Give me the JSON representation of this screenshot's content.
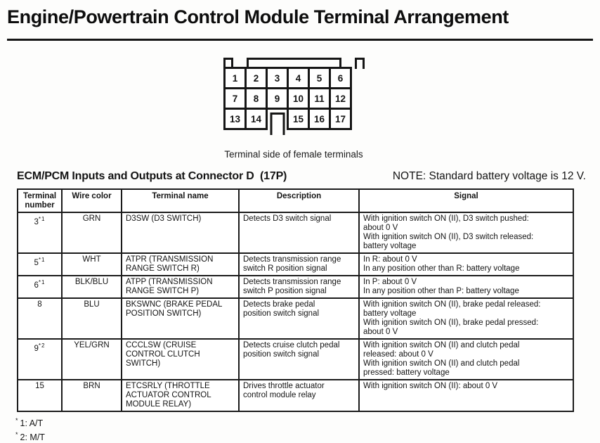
{
  "page": {
    "title": "Engine/Powertrain Control Module Terminal Arrangement"
  },
  "connector": {
    "caption": "Terminal side of female terminals",
    "rows": [
      [
        "1",
        "2",
        "3",
        "4",
        "5",
        "6"
      ],
      [
        "7",
        "8",
        "9",
        "10",
        "11",
        "12"
      ],
      [
        "13",
        "14",
        null,
        "15",
        "16",
        "17"
      ]
    ]
  },
  "section": {
    "heading": "ECM/PCM Inputs and Outputs at Connector D  (17P)",
    "note": "NOTE: Standard battery voltage is 12 V."
  },
  "table": {
    "headers": [
      "Terminal number",
      "Wire color",
      "Terminal name",
      "Description",
      "Signal"
    ],
    "rows": [
      {
        "terminal": "3",
        "terminal_note": "*1",
        "wire_color": "GRN",
        "name": [
          "D3SW (D3 SWITCH)"
        ],
        "description": [
          "Detects D3 switch signal"
        ],
        "signal": [
          "With ignition switch ON (II), D3 switch pushed:",
          "about 0 V",
          "With ignition switch ON (II), D3 switch released:",
          "battery voltage"
        ]
      },
      {
        "terminal": "5",
        "terminal_note": "*1",
        "wire_color": "WHT",
        "name": [
          "ATPR (TRANSMISSION",
          "RANGE SWITCH R)"
        ],
        "description": [
          "Detects transmission range",
          "switch R position signal"
        ],
        "signal": [
          "In R: about 0 V",
          "In any position other than R: battery voltage"
        ]
      },
      {
        "terminal": "6",
        "terminal_note": "*1",
        "wire_color": "BLK/BLU",
        "name": [
          "ATPP (TRANSMISSION",
          "RANGE SWITCH P)"
        ],
        "description": [
          "Detects transmission range",
          "switch P position signal"
        ],
        "signal": [
          "In P: about 0 V",
          "In any position other than P: battery voltage"
        ]
      },
      {
        "terminal": "8",
        "terminal_note": "",
        "wire_color": "BLU",
        "name": [
          "BKSWNC (BRAKE PEDAL",
          "POSITION SWITCH)"
        ],
        "description": [
          "Detects brake pedal",
          "position switch signal"
        ],
        "signal": [
          "With ignition switch ON (II), brake pedal released:",
          "battery voltage",
          "With ignition switch ON (II), brake pedal pressed:",
          "about 0 V"
        ]
      },
      {
        "terminal": "9",
        "terminal_note": "*2",
        "wire_color": "YEL/GRN",
        "name": [
          "CCCLSW (CRUISE",
          "CONTROL CLUTCH",
          "SWITCH)"
        ],
        "description": [
          "Detects cruise clutch pedal",
          "position switch signal"
        ],
        "signal": [
          "With ignition switch ON (II) and clutch pedal",
          "released: about 0 V",
          "With ignition switch ON (II) and clutch pedal",
          "pressed: battery voltage"
        ]
      },
      {
        "terminal": "15",
        "terminal_note": "",
        "wire_color": "BRN",
        "name": [
          "ETCSRLY (THROTTLE",
          "ACTUATOR CONTROL",
          "MODULE RELAY)"
        ],
        "description": [
          "Drives throttle actuator",
          "control module relay"
        ],
        "signal": [
          "With ignition switch ON (II): about 0 V"
        ]
      }
    ]
  },
  "footnotes": [
    {
      "marker": "*",
      "text": "1: A/T"
    },
    {
      "marker": "*",
      "text": "2: M/T"
    }
  ]
}
